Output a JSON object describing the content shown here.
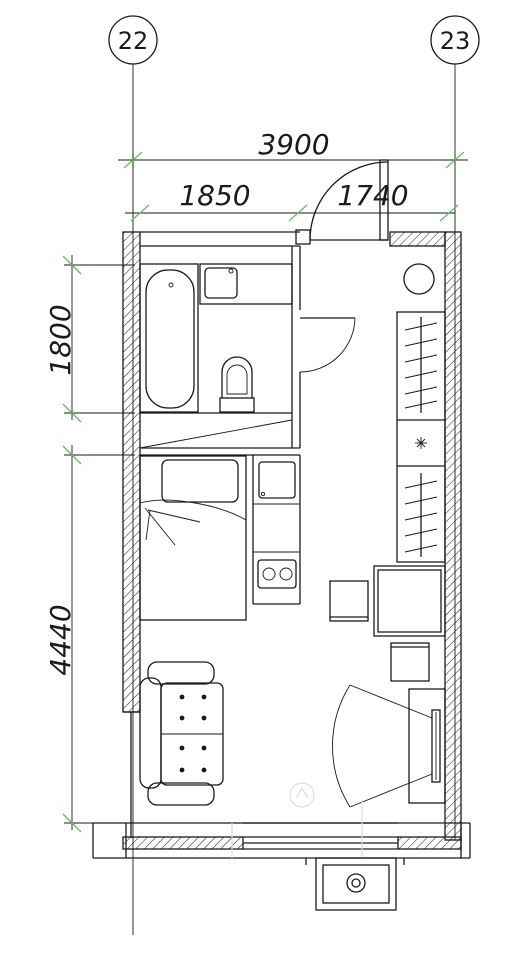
{
  "axes": {
    "left": "22",
    "right": "23"
  },
  "dimensions": {
    "overall_width": "3900",
    "left_span": "1850",
    "right_span": "1740",
    "bathroom_depth": "1800",
    "room_depth": "4440"
  },
  "icons": {
    "bathtub": "bathtub-icon",
    "toilet": "toilet-icon",
    "bed": "bed-icon",
    "sofa": "sofa-icon",
    "stove": "stove-icon",
    "table": "table-icon",
    "tv": "tv-icon"
  },
  "colors": {
    "line": "#1a1a1a",
    "tick": "#5fc35f"
  }
}
